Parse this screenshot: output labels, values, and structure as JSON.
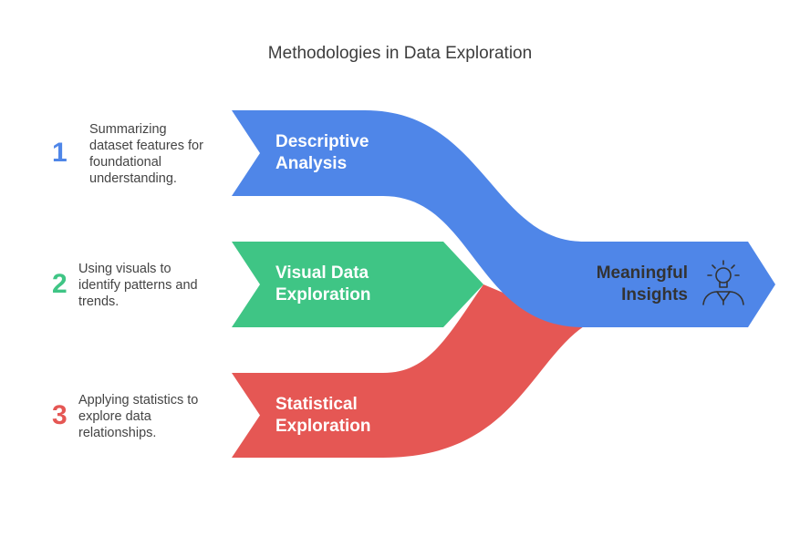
{
  "title": "Methodologies in Data Exploration",
  "colors": {
    "blue": "#4f86e8",
    "green": "#3fc585",
    "red": "#e55754",
    "text": "#444444",
    "outcome_text": "#333333"
  },
  "steps": [
    {
      "number": "1",
      "label_lines": [
        "Descriptive",
        "Analysis"
      ],
      "desc_lines": [
        "Summarizing",
        "dataset features for",
        "foundational",
        "understanding."
      ],
      "color": "#4f86e8"
    },
    {
      "number": "2",
      "label_lines": [
        "Visual Data",
        "Exploration"
      ],
      "desc_lines": [
        "Using visuals to",
        "identify patterns and",
        "trends."
      ],
      "color": "#3fc585"
    },
    {
      "number": "3",
      "label_lines": [
        "Statistical",
        "Exploration"
      ],
      "desc_lines": [
        "Applying statistics to",
        "explore data",
        "relationships."
      ],
      "color": "#e55754"
    }
  ],
  "outcome": {
    "label_lines": [
      "Meaningful",
      "Insights"
    ],
    "icon": "lightbulb-person-icon"
  }
}
